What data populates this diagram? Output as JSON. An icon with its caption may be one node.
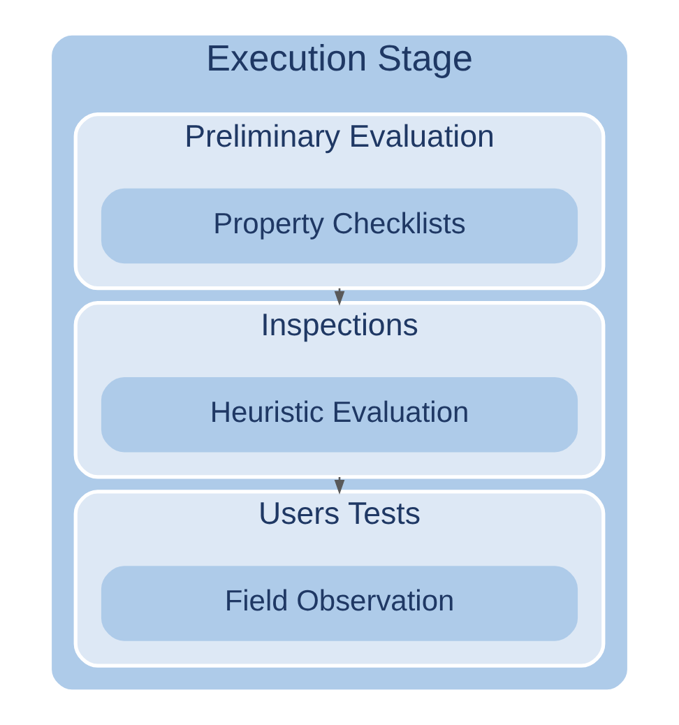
{
  "diagram": {
    "nodes": [
      {
        "text": [
          "Execution Stage"
        ]
      },
      {
        "text": [
          "Preliminary Evaluation"
        ],
        "in": 0
      },
      {
        "text": [
          "Property Checklists"
        ],
        "in": 1
      },
      {
        "text": [
          "Inspections"
        ],
        "in": 0
      },
      {
        "text": [
          "Heuristic Evaluation"
        ],
        "in": 3
      },
      {
        "text": [
          "Users Tests"
        ],
        "in": 0
      },
      {
        "text": [
          "Field Observation"
        ],
        "in": 5
      }
    ],
    "edges": [
      {
        "from": 1,
        "to": 3,
        "arrow": "to"
      },
      {
        "from": 3,
        "to": 5,
        "arrow": "to"
      }
    ]
  }
}
